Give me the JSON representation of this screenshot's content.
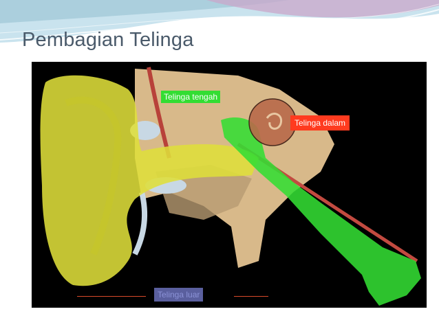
{
  "slide": {
    "title": "Pembagian Telinga"
  },
  "diagram": {
    "labels": {
      "middle_ear": "Telinga tengah",
      "inner_ear": "Telinga dalam",
      "outer_ear": "Telinga luar"
    },
    "colors": {
      "outer_ear_highlight": "#dede3a",
      "middle_ear_highlight": "#33dd33",
      "inner_ear_label": "#ff3b1f",
      "outer_ear_label": "#5a5f9e",
      "background": "#000000"
    }
  }
}
